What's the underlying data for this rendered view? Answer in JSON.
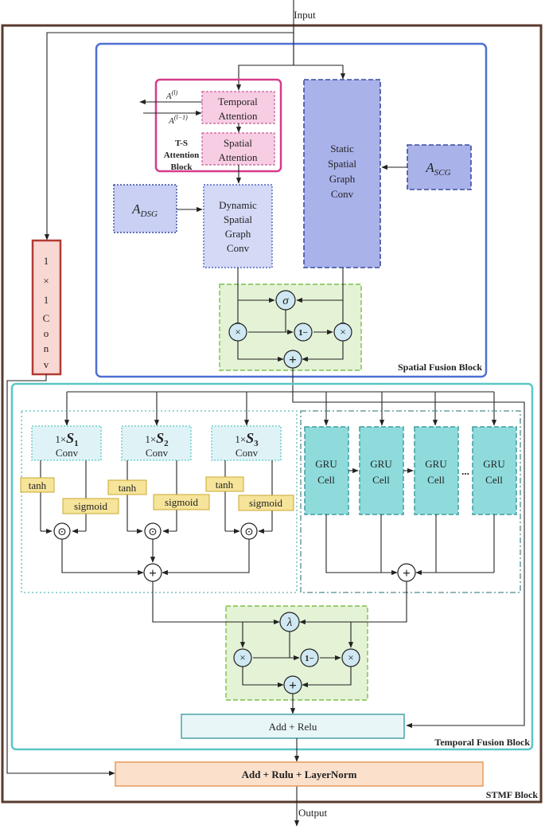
{
  "io": {
    "input": "Input",
    "output": "Output"
  },
  "blocks": {
    "stmf": "STMF Block",
    "spatial_fusion": "Spatial Fusion Block",
    "temporal_fusion": "Temporal Fusion Block",
    "ts_attention": [
      "T-S",
      "Attention",
      "Block"
    ]
  },
  "conv1x1": {
    "chars": [
      "1",
      "×",
      "1",
      "C",
      "o",
      "n",
      "v"
    ]
  },
  "spatial": {
    "temporal_attention": [
      "Temporal",
      "Attention"
    ],
    "spatial_attention": [
      "Spatial",
      "Attention"
    ],
    "a_l": "A",
    "a_l_sup": "(l)",
    "a_l1": "A",
    "a_l1_sup": "(l−1)",
    "a_dsg": "A",
    "a_dsg_sub": "DSG",
    "a_scg": "A",
    "a_scg_sub": "SCG",
    "dynamic_conv": [
      "Dynamic",
      "Spatial",
      "Graph",
      "Conv"
    ],
    "static_conv": [
      "Static",
      "Spatial",
      "Graph",
      "Conv"
    ],
    "sigma": "σ",
    "times": "×",
    "one_minus": "1−",
    "plus": "+"
  },
  "temporal": {
    "convs": [
      {
        "prefix": "1×",
        "s": "S",
        "sub": "1",
        "label": "Conv"
      },
      {
        "prefix": "1×",
        "s": "S",
        "sub": "2",
        "label": "Conv"
      },
      {
        "prefix": "1×",
        "s": "S",
        "sub": "3",
        "label": "Conv"
      }
    ],
    "tanh": "tanh",
    "sigmoid": "sigmoid",
    "odot": "⊙",
    "gru": [
      "GRU",
      "Cell"
    ],
    "ellipsis": "...",
    "lambda": "λ",
    "add_relu": "Add + Relu"
  },
  "final": {
    "add_norm": "Add + Rulu + LayerNorm"
  }
}
